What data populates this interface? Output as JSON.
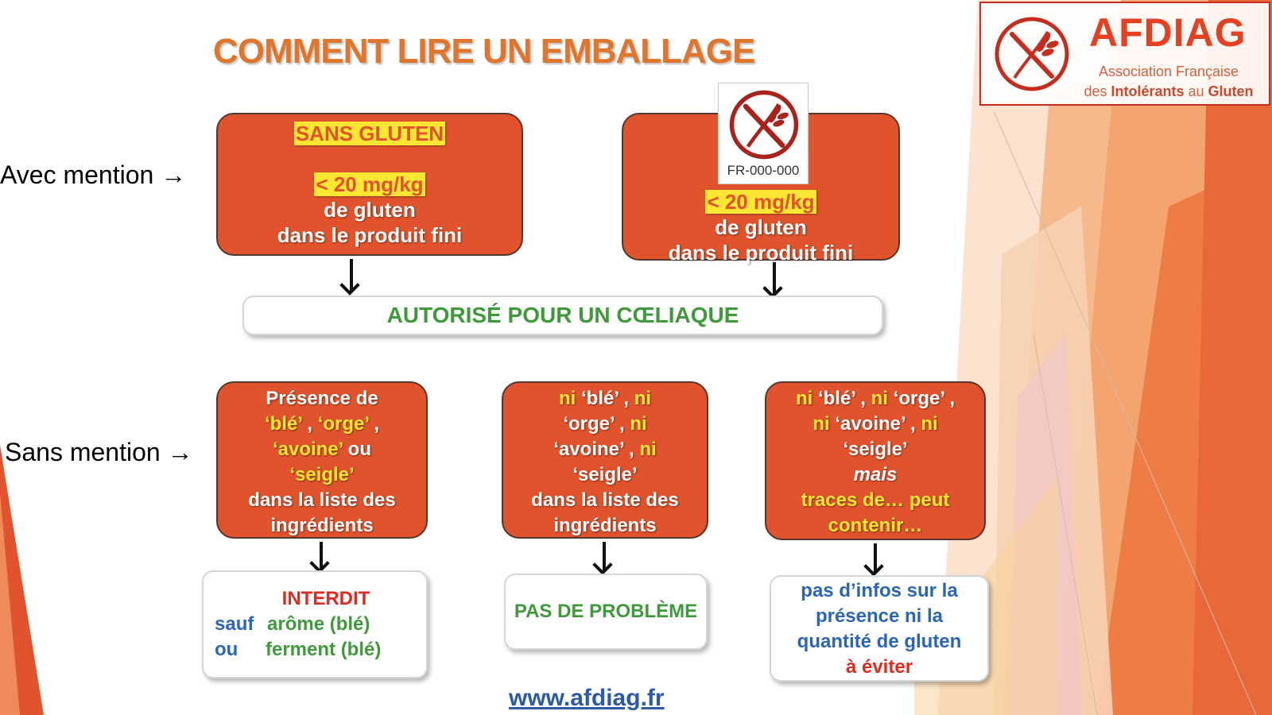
{
  "title": "COMMENT LIRE UN EMBALLAGE",
  "logo": {
    "name": "AFDIAG",
    "subtitle_line1": "Association Française",
    "subtitle_line2_pre": "des ",
    "subtitle_line2_bold1": "Intolérants",
    "subtitle_line2_mid": " au ",
    "subtitle_line2_bold2": "Gluten"
  },
  "row_labels": {
    "with_mention": "Avec mention →",
    "without_mention": "Sans mention →"
  },
  "box_sans_gluten": {
    "heading": "SANS GLUTEN",
    "threshold": "<  20 mg/kg",
    "line1": "de gluten",
    "line2": "dans le produit fini"
  },
  "box_logo_barre": {
    "certificate_code": "FR-000-000",
    "threshold": "< 20 mg/kg",
    "line1": "de gluten",
    "line2": "dans le produit fini"
  },
  "authorized_banner": "AUTORISÉ POUR UN CŒLIAQUE",
  "box_presence": {
    "l1": "Présence de",
    "w_ble": "‘blé’",
    "sep1": " , ",
    "w_orge": "‘orge’",
    "sep2": " ,",
    "w_avoine": "‘avoine’",
    "ou": " ou",
    "w_seigle": "‘seigle’",
    "l5": "dans la liste des",
    "l6": "ingrédients"
  },
  "box_absence": {
    "ni": "ni",
    "ble": "‘blé’",
    "orge": "‘orge’",
    "avoine": "‘avoine’",
    "seigle": "‘seigle’",
    "comma": " , ",
    "l5": "dans la liste des",
    "l6": "ingrédients"
  },
  "box_traces": {
    "ni": "ni",
    "ble": "‘blé’",
    "orge": "‘orge’",
    "avoine": "‘avoine’",
    "seigle": "‘seigle’",
    "comma": " , ",
    "mais": "mais",
    "traces": "traces de… peut",
    "contenir": "contenir…"
  },
  "result_interdit": {
    "title": "INTERDIT",
    "sauf": "sauf",
    "arome": "arôme (blé)",
    "ou": "ou",
    "ferment": "ferment (blé)"
  },
  "result_ok": "PAS DE PROBLÈME",
  "result_unknown": {
    "l1": "pas d’infos sur la",
    "l2": "présence ni la",
    "l3": "quantité de gluten",
    "l4": "à éviter"
  },
  "url": "www.afdiag.fr",
  "colors": {
    "orange_box": "#e0532c",
    "title_orange": "#e0762b",
    "highlight_yellow": "#ffe633",
    "green": "#3f9a3c",
    "red": "#e02a1e",
    "blue": "#2b65b8"
  }
}
